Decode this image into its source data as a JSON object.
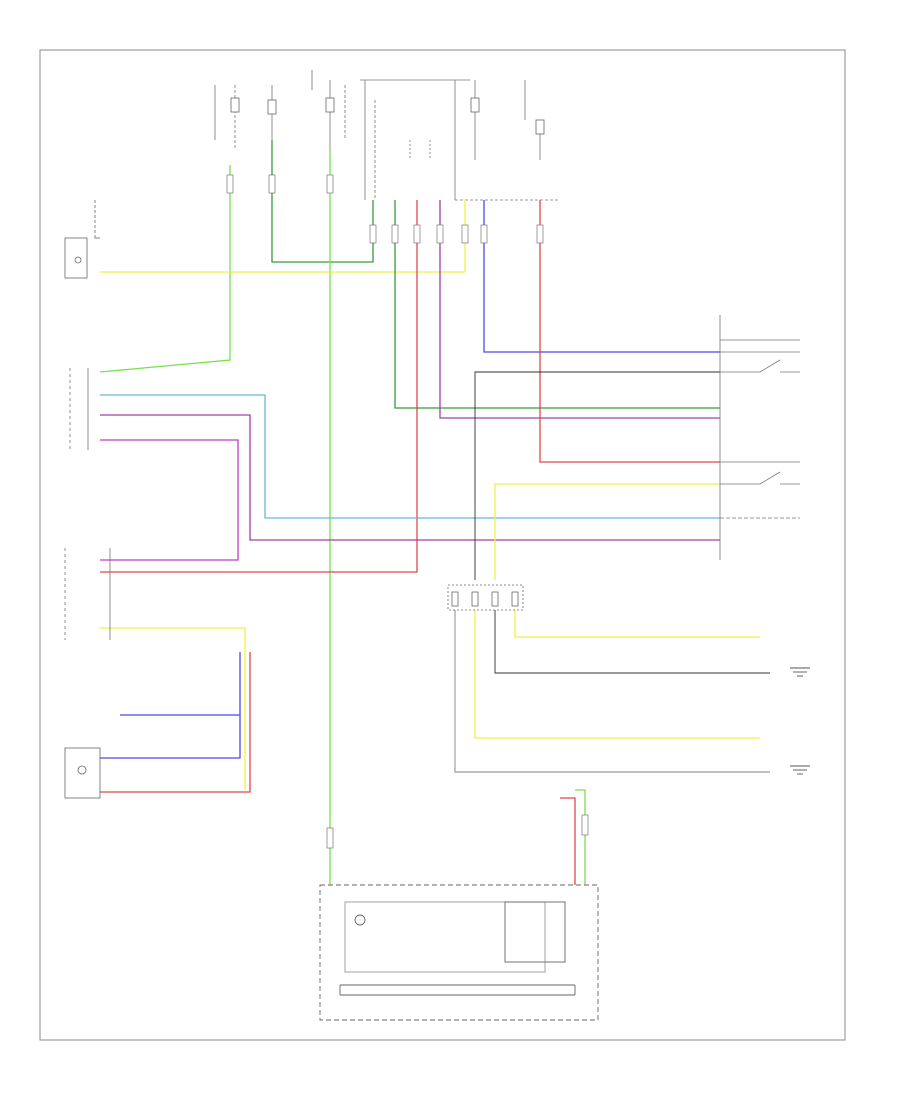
{
  "diagram": {
    "type": "wiring-schematic",
    "text_legible": false,
    "wire_colors": {
      "green": "#78e04a",
      "dark_green": "#3a9a3a",
      "yellow": "#f0f048",
      "light_blue": "#6ab8d8",
      "purple": "#a040a0",
      "magenta": "#c040c0",
      "red": "#e04848",
      "blue": "#4a4ae8",
      "black": "#303030",
      "gray": "#808080"
    },
    "components": [
      {
        "id": "fuse-block-top-left",
        "icon": "fuse-icon"
      },
      {
        "id": "fuse-block-top-center",
        "icon": "fuse-icon"
      },
      {
        "id": "fuse-block-top-right",
        "icon": "fuse-icon"
      },
      {
        "id": "sensor-upper-left",
        "icon": "sensor-icon"
      },
      {
        "id": "connector-left-middle",
        "icon": "connector-icon"
      },
      {
        "id": "control-module-left",
        "icon": "module-icon"
      },
      {
        "id": "switch-module-right",
        "icon": "relay-icon"
      },
      {
        "id": "ground-right-1",
        "icon": "ground-icon"
      },
      {
        "id": "ground-right-2",
        "icon": "ground-icon"
      },
      {
        "id": "sensor-lower-left",
        "icon": "sensor-icon"
      },
      {
        "id": "main-module-bottom",
        "icon": "module-icon"
      }
    ]
  }
}
